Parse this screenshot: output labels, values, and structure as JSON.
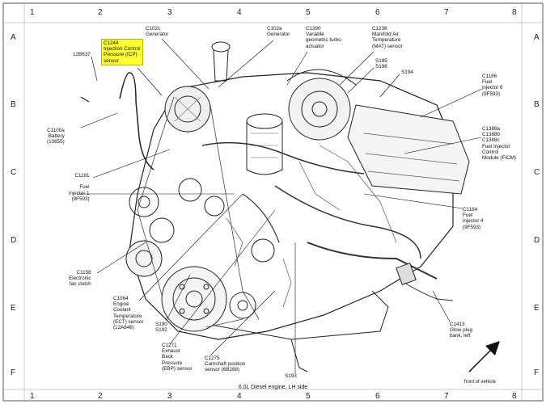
{
  "grid": {
    "columns": [
      "1",
      "2",
      "3",
      "4",
      "5",
      "6",
      "7",
      "8"
    ],
    "rows": [
      "A",
      "B",
      "C",
      "D",
      "E",
      "F"
    ]
  },
  "caption": "6.0L Diesel engine, LH side",
  "front_label": "front of vehicle",
  "callouts": {
    "c102c": [
      "C102c",
      "Generator"
    ],
    "c102a": [
      "C102a",
      "Generator"
    ],
    "c1390": [
      "C1390",
      "Variable",
      "geometric turbo",
      "actuator"
    ],
    "c1236": [
      "C1236",
      "Manifold Air",
      "Temperature",
      "(MAT) sensor"
    ],
    "c1244": [
      "C1244",
      "Injection Control",
      "Pressure (ICP)",
      "sensor"
    ],
    "p12b637": [
      "12B637"
    ],
    "s195": [
      "S195",
      "S196"
    ],
    "s194": [
      "S194"
    ],
    "c1186": [
      "C1186",
      "Fuel",
      "injector 6",
      "(9F593)"
    ],
    "c1100a": [
      "C1100a",
      "Battery",
      "(10655)"
    ],
    "c1388": [
      "C1388a",
      "C1388b",
      "C1388c",
      "Fuel Injector",
      "Control",
      "Module (FICM)"
    ],
    "c1181": [
      "C1181",
      "",
      "Fuel",
      "injector 1",
      "(9F593)"
    ],
    "c1184": [
      "C1184",
      "Fuel",
      "injector 4",
      "(9F593)"
    ],
    "c1158": [
      "C1158",
      "Electronic",
      "fan clutch"
    ],
    "c1064": [
      "C1064",
      "Engine",
      "Coolant",
      "Temperature",
      "(ECT) sensor",
      "(12A648)"
    ],
    "s190": [
      "S190",
      "S192"
    ],
    "c1413": [
      "C1413",
      "Glow plug",
      "bank, left"
    ],
    "c1271": [
      "C1271",
      "Exhaust",
      "Back",
      "Pressure",
      "(EBP) sensor"
    ],
    "c1275": [
      "C1275",
      "Camshaft position",
      "sensor (6B288)"
    ],
    "s193": [
      "S193"
    ]
  },
  "colors": {
    "highlight": "#ffff33",
    "line": "#111111",
    "frame": "#555555"
  }
}
